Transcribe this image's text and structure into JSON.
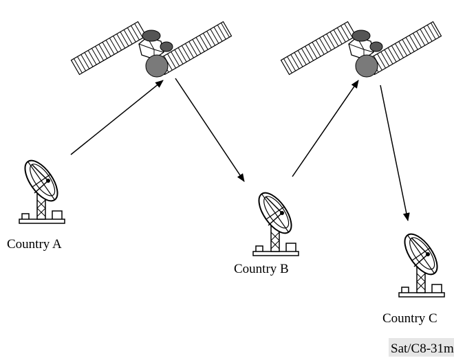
{
  "stations": {
    "a": "Country A",
    "b": "Country B",
    "c": "Country C"
  },
  "figure_code": "Sat/C8-31m"
}
